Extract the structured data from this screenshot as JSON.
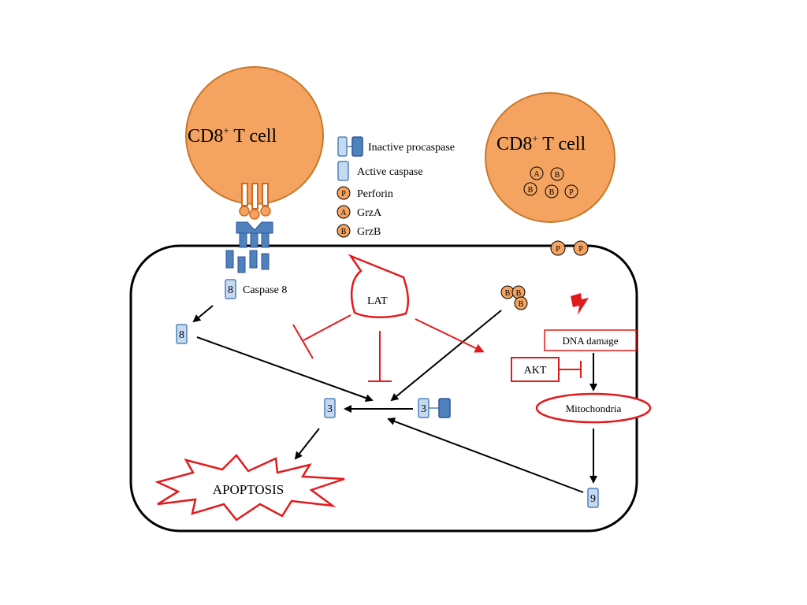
{
  "diagram": {
    "tcell_left": {
      "label": "CD8",
      "superscript": "+",
      "suffix": " T cell"
    },
    "tcell_right": {
      "label": "CD8",
      "superscript": "+",
      "suffix": " T cell"
    },
    "legend": {
      "inactive_procaspase": "Inactive procaspase",
      "active_caspase": "Active caspase",
      "perforin_symbol": "P",
      "perforin": "Perforin",
      "grza_symbol": "A",
      "grza": "GrzA",
      "grzb_symbol": "B",
      "grzb": "GrzB"
    },
    "granules_right": [
      "A",
      "B",
      "B",
      "B",
      "P"
    ],
    "membrane_perforins": [
      "P",
      "P"
    ],
    "cytoplasm_grzb": [
      "B",
      "B",
      "B"
    ],
    "caspase8_symbol": "8",
    "caspase8_label": "Caspase 8",
    "caspase8_active": "8",
    "lat": "LAT",
    "dna_damage": "DNA damage",
    "akt": "AKT",
    "mitochondria": "Mitochondria",
    "caspase3_active": "3",
    "caspase3_pro": "3",
    "caspase9": "9",
    "apoptosis": "APOPTOSIS"
  },
  "colors": {
    "cell_orange": "#F4A460",
    "cell_outline": "#C8782A",
    "procaspase_dark": "#4F81BD",
    "procaspase_light": "#C6D9F1",
    "inhibit_red": "#E31A1C",
    "arrow_black": "#000000"
  }
}
